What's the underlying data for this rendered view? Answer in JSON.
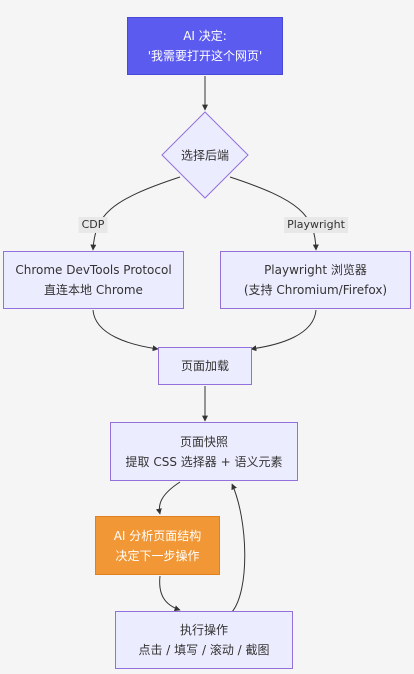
{
  "nodes": {
    "ai_decision": {
      "line1": "AI 决定:",
      "line2": "'我需要打开这个网页'"
    },
    "choose_backend": {
      "label": "选择后端"
    },
    "cdp_node": {
      "line1": "Chrome DevTools Protocol",
      "line2": "直连本地 Chrome"
    },
    "playwright_node": {
      "line1": "Playwright 浏览器",
      "line2": "(支持 Chromium/Firefox)"
    },
    "page_load": {
      "label": "页面加载"
    },
    "page_snapshot": {
      "line1": "页面快照",
      "line2": "提取 CSS 选择器 + 语义元素"
    },
    "ai_analyze": {
      "line1": "AI 分析页面结构",
      "line2": "决定下一步操作"
    },
    "execute": {
      "line1": "执行操作",
      "line2": "点击 / 填写 / 滚动 / 截图"
    }
  },
  "edge_labels": {
    "cdp": "CDP",
    "playwright": "Playwright"
  },
  "colors": {
    "start_node": "#5b5bf0",
    "highlight_node": "#f29735",
    "default_node": "#ececff",
    "node_border": "#9370db",
    "edge": "#333333"
  }
}
